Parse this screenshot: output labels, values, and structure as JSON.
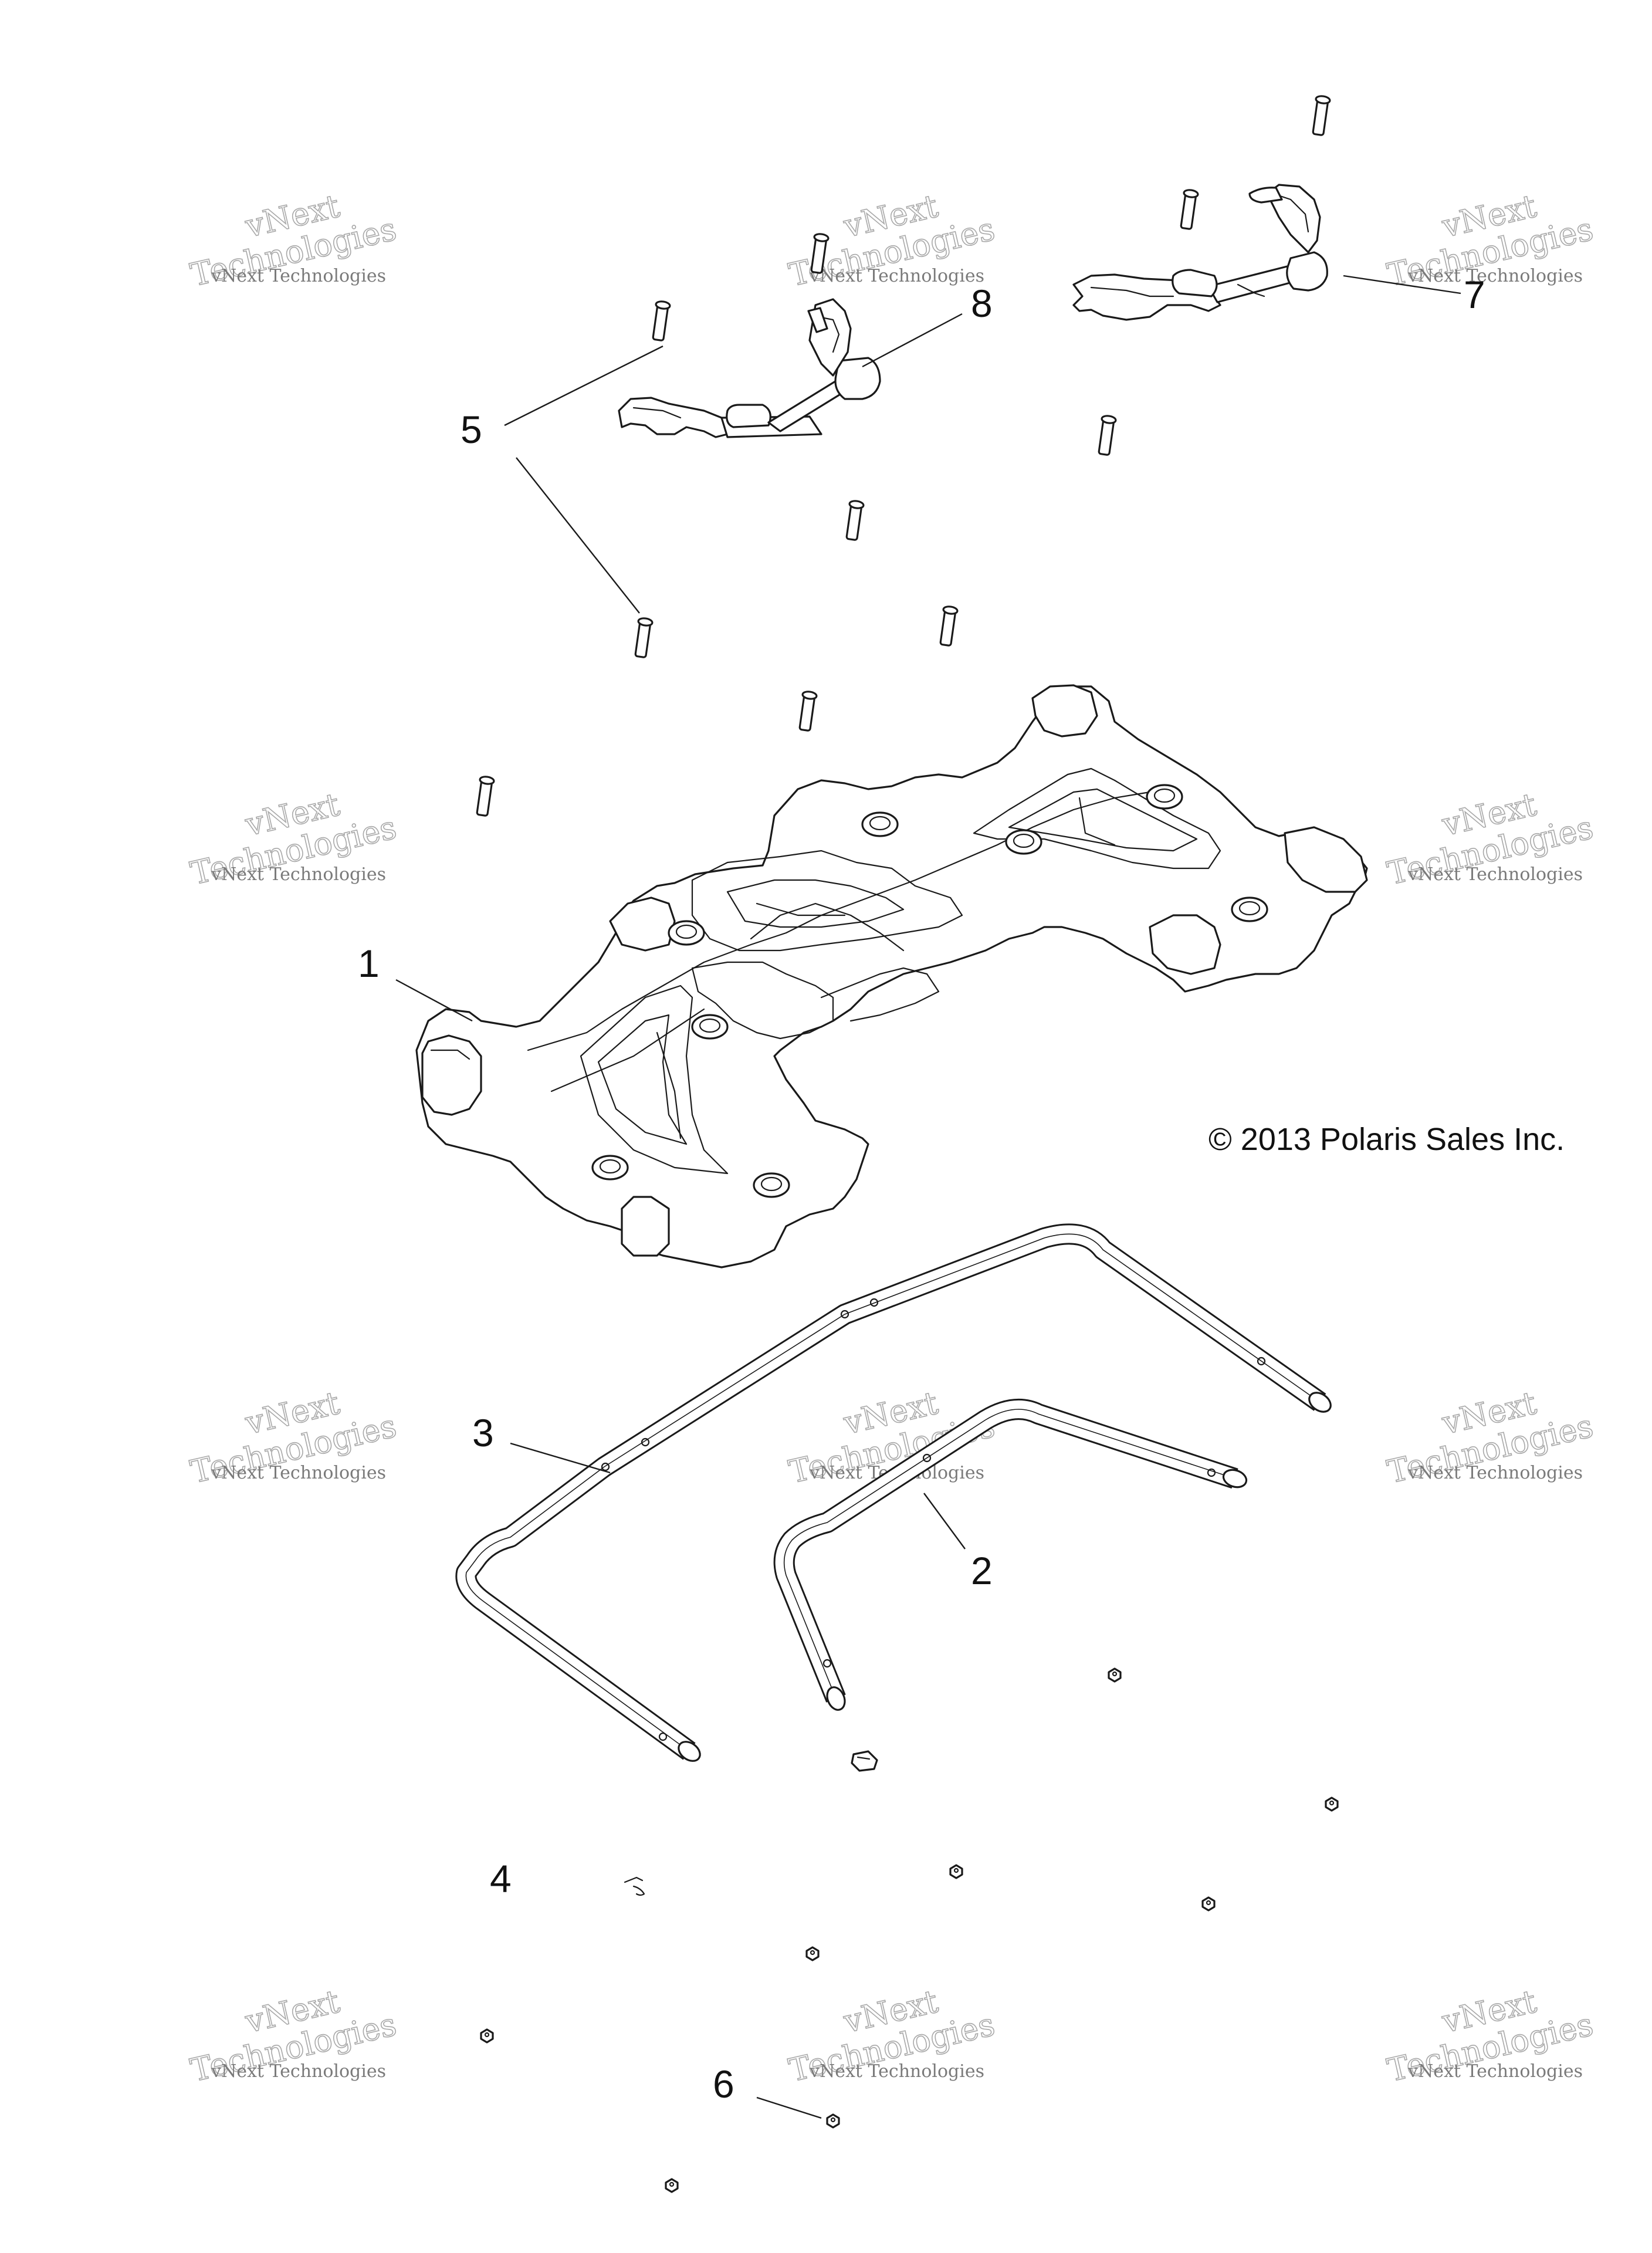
{
  "diagram": {
    "copyright": "© 2013 Polaris Sales Inc.",
    "watermark": {
      "line1": "vNext",
      "line2": "Technologies",
      "line3": "vNext Technologies"
    },
    "callouts": [
      "1",
      "2",
      "3",
      "4",
      "5",
      "6",
      "7",
      "8"
    ]
  }
}
